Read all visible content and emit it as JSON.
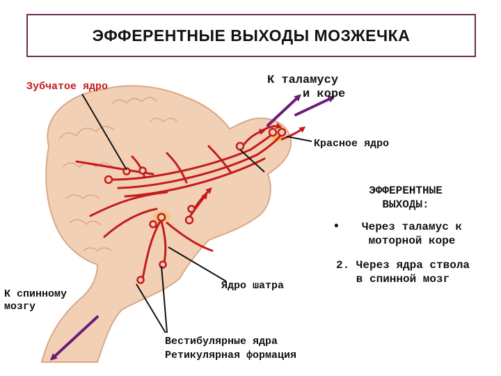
{
  "title": "ЭФФЕРЕНТНЫЕ ВЫХОДЫ МОЗЖЕЧКА",
  "labels": {
    "dentate_nucleus": "Зубчатое ядро",
    "to_thalamus": "К таламусу\n     и коре",
    "red_nucleus": "Красное ядро",
    "to_spinal_cord": "К спинному\nмозгу",
    "fastigial_nucleus": "Ядро шатра",
    "vestibular_reticular": "Вестибулярные ядра\nРетикулярная формация"
  },
  "efferent_panel": {
    "heading": "ЭФФЕРЕНТНЫЕ\nВЫХОДЫ:",
    "bullet_symbol": "•",
    "item1": "Через таламус к\nмоторной коре",
    "item2": "2. Через ядра ствола\nв спинной мозг"
  },
  "colors": {
    "border": "#6b2a52",
    "tissue": "#f2d0b5",
    "tissue_outline": "#d9a888",
    "pathway": "#c41a1a",
    "arrow": "#6b1d7a",
    "nucleus_glow": "#f3b33d"
  }
}
